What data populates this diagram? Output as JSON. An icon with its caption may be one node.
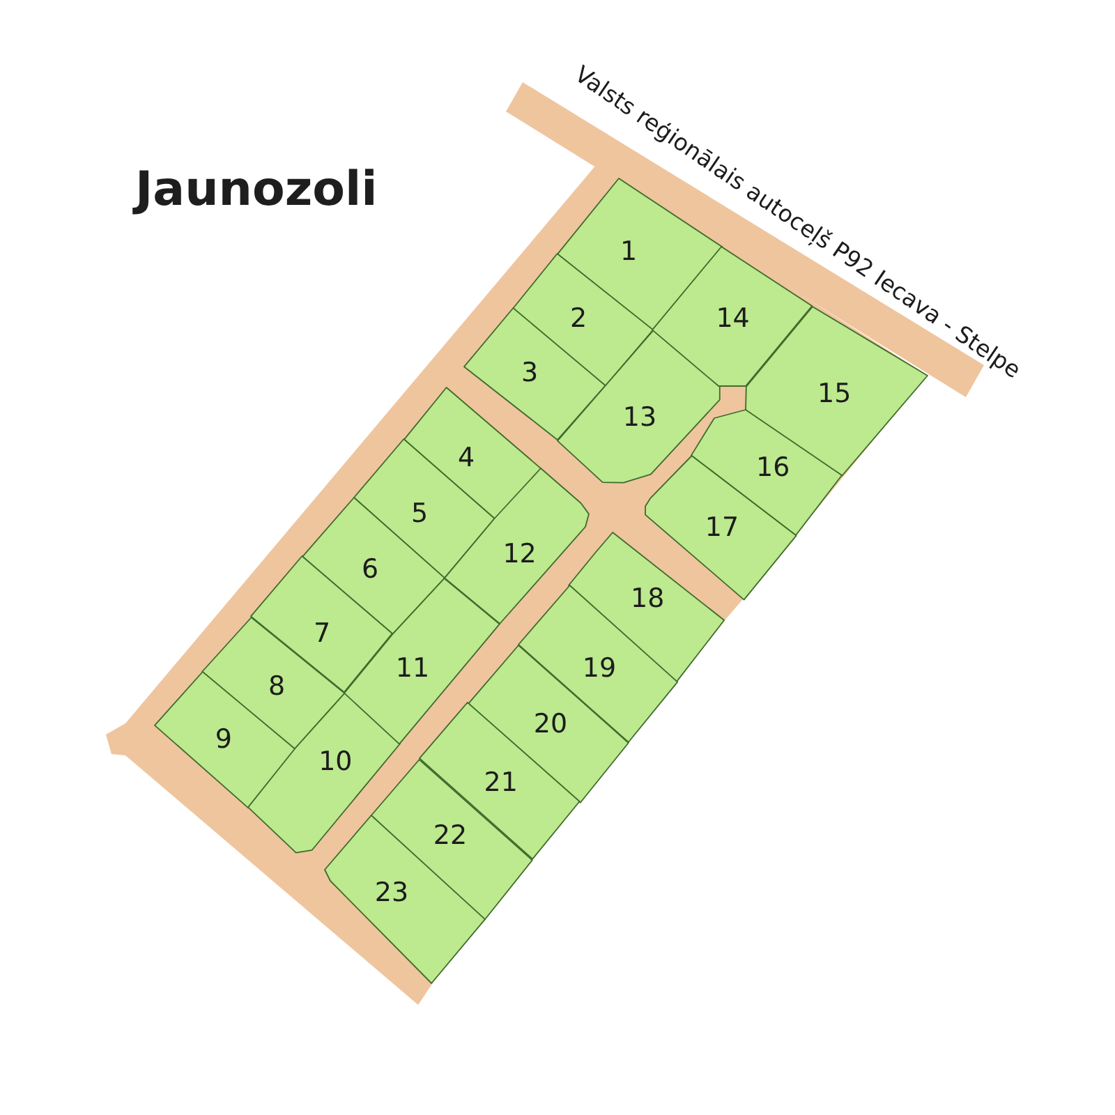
{
  "diagram": {
    "title": "Jaunozoli",
    "nodes": [
      {
        "text": [
          "1"
        ]
      },
      {
        "text": [
          "2"
        ]
      },
      {
        "text": [
          "3"
        ]
      },
      {
        "text": [
          "4"
        ]
      },
      {
        "text": [
          "5"
        ]
      },
      {
        "text": [
          "6"
        ]
      },
      {
        "text": [
          "7"
        ]
      },
      {
        "text": [
          "8"
        ]
      },
      {
        "text": [
          "9"
        ]
      },
      {
        "text": [
          "10"
        ]
      },
      {
        "text": [
          "11"
        ]
      },
      {
        "text": [
          "12"
        ]
      },
      {
        "text": [
          "13"
        ]
      },
      {
        "text": [
          "14"
        ]
      },
      {
        "text": [
          "15"
        ]
      },
      {
        "text": [
          "16"
        ]
      },
      {
        "text": [
          "17"
        ]
      },
      {
        "text": [
          "18"
        ]
      },
      {
        "text": [
          "19"
        ]
      },
      {
        "text": [
          "20"
        ]
      },
      {
        "text": [
          "21"
        ]
      },
      {
        "text": [
          "22"
        ]
      },
      {
        "text": [
          "23"
        ]
      }
    ],
    "labels": [
      "Valsts reģionālais autoceļš P92 Iecava - Stelpe"
    ]
  }
}
